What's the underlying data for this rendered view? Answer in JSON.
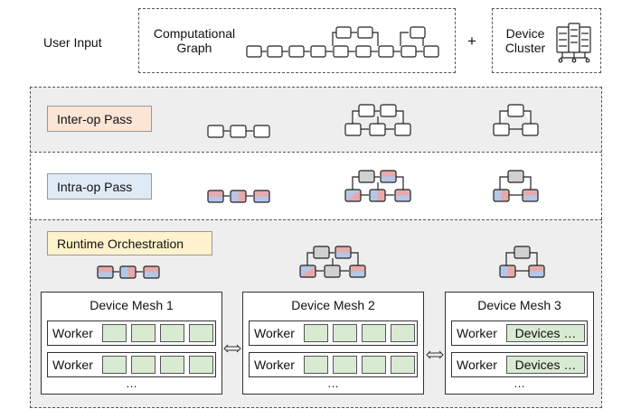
{
  "user_input": {
    "label": "User Input"
  },
  "graph_box": {
    "label_line1": "Computational",
    "label_line2": "Graph"
  },
  "plus": "+",
  "device_box": {
    "label_line1": "Device",
    "label_line2": "Cluster"
  },
  "passes": [
    {
      "label": "Inter-op Pass",
      "color": "#fbe5d6"
    },
    {
      "label": "Intra-op Pass",
      "color": "#deebf7"
    },
    {
      "label": "Runtime Orchestration",
      "color": "#fff2cc"
    }
  ],
  "meshes": [
    {
      "title": "Device Mesh 1",
      "worker1": "Worker",
      "worker2": "Worker",
      "more": "…"
    },
    {
      "title": "Device Mesh 2",
      "worker1": "Worker",
      "worker2": "Worker",
      "more": "…"
    },
    {
      "title": "Device Mesh 3",
      "worker1": "Worker",
      "worker2": "Worker",
      "devices1": "Devices …",
      "devices2": "Devices …",
      "more": "…"
    }
  ],
  "colors": {
    "band": "#eeeeee",
    "worker_cell": "#d9ead3",
    "split_blue": "#b4c7e7",
    "split_red": "#e6aaaa",
    "gray_node": "#d0d0d0"
  }
}
